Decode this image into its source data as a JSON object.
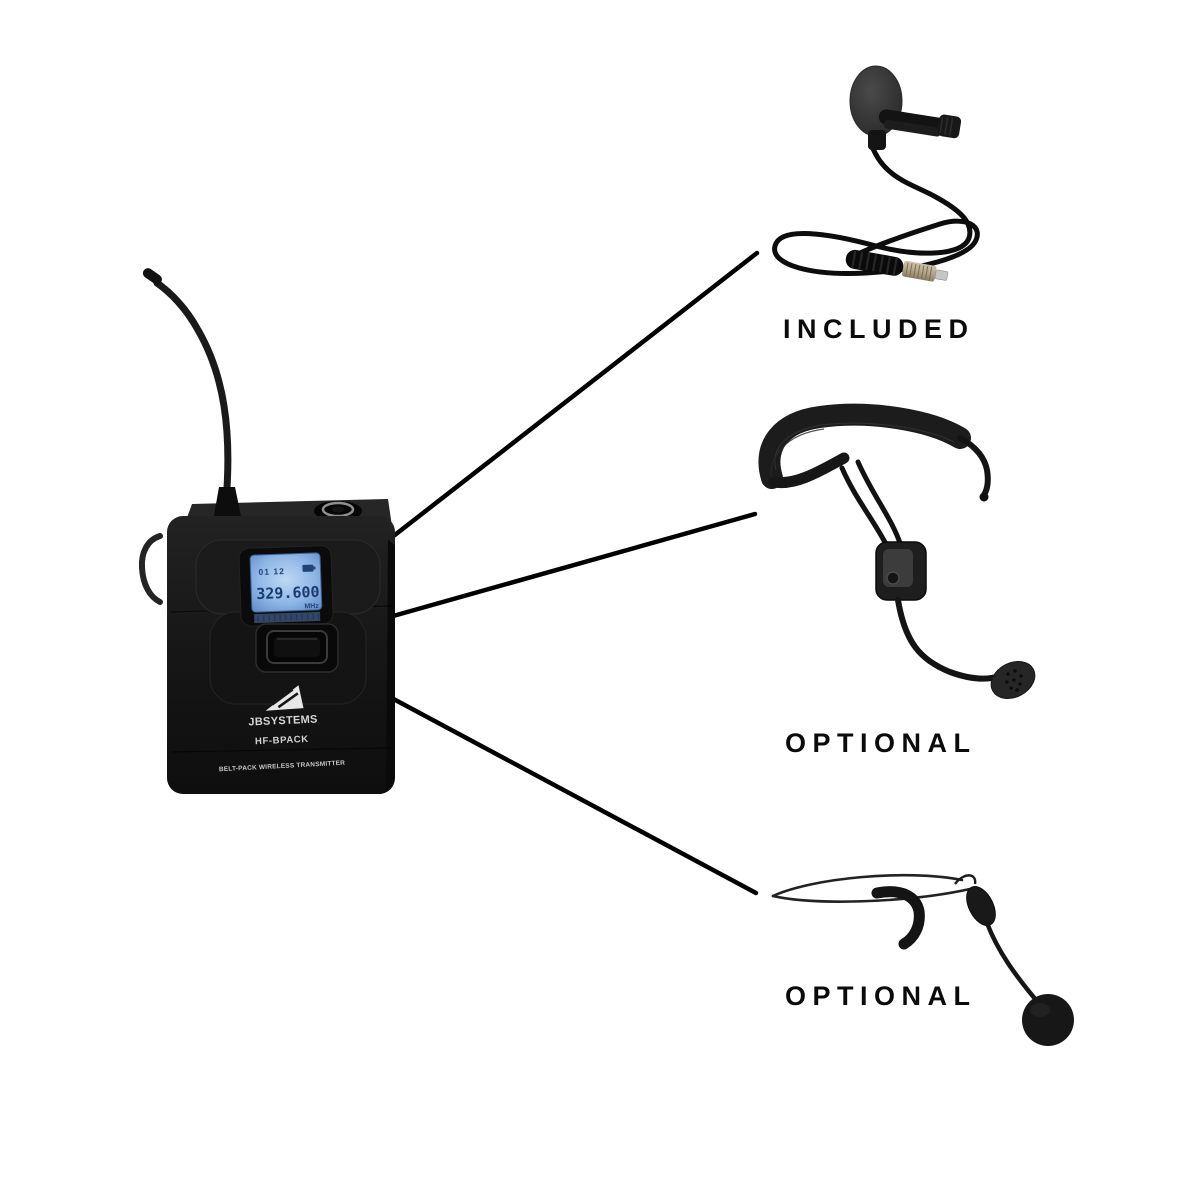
{
  "page": {
    "background": "#ffffff"
  },
  "labels": {
    "included": "INCLUDED",
    "optional_headset": "OPTIONAL",
    "optional_earhook": "OPTIONAL"
  },
  "transmitter": {
    "brand": "JBSYSTEMS",
    "model": "HF-BPACK",
    "tagline": "BELT-PACK WIRELESS TRANSMITTER",
    "lcd": {
      "status_row": "01 12",
      "frequency": "329.600",
      "unit": "MHz"
    }
  },
  "illustrations": [
    "beltpack-transmitter",
    "lavalier-microphone",
    "headset-microphone",
    "earhook-microphone"
  ],
  "colors": {
    "line": "#000000",
    "label_text": "#0b0b0b",
    "device_body": "#161616",
    "lcd_backlight": "#7fa9e2",
    "lcd_text": "#1b3a70",
    "connector_barrel": "#b3a68c"
  }
}
